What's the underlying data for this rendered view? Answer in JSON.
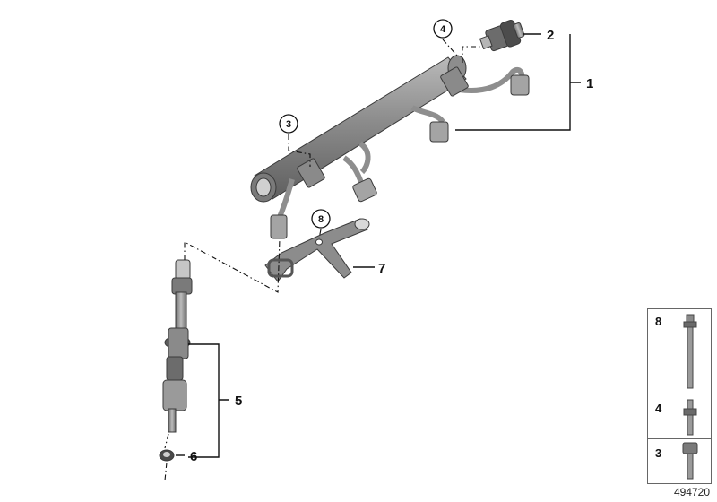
{
  "callouts": {
    "c1": "1",
    "c2": "2",
    "c5": "5",
    "c6": "6",
    "c7": "7"
  },
  "circled": {
    "c3": "3",
    "c4": "4",
    "c8": "8"
  },
  "legend": {
    "items": [
      {
        "num": "8"
      },
      {
        "num": "4"
      },
      {
        "num": "3"
      }
    ]
  },
  "doc_number": "494720",
  "colors": {
    "part_fill": "#9a9a9a",
    "part_dark": "#6e6e6e",
    "part_light": "#c8c8c8",
    "line": "#111111"
  }
}
